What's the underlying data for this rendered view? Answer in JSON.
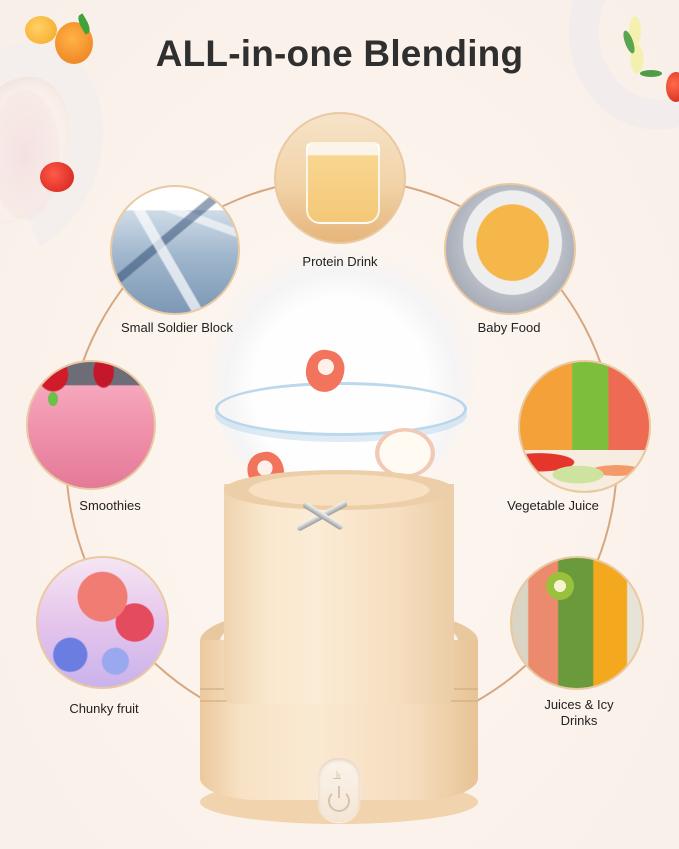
{
  "title": "ALL-in-one Blending",
  "colors": {
    "background": "#fbf6f1",
    "title_text": "#2f2f2f",
    "ring": "#d7a77f",
    "blender_body": "#f6dec0"
  },
  "items": [
    {
      "label": "Protein Drink",
      "image": "glass-of-soy-protein-drink"
    },
    {
      "label": "Small Soldier Block",
      "image": "crushed-ice"
    },
    {
      "label": "Baby Food",
      "image": "bowl-of-puree"
    },
    {
      "label": "Smoothies",
      "image": "pink-berry-smoothie"
    },
    {
      "label": "Vegetable Juice",
      "image": "vegetable-juices"
    },
    {
      "label": "Chunky fruit",
      "image": "frozen-fruit-chunks"
    },
    {
      "label": "Juices & Icy",
      "label_line2": "Drinks",
      "image": "kiwi-and-orange-juices"
    }
  ],
  "product": {
    "name": "portable-blender",
    "controls": [
      {
        "icon": "mode-icon"
      },
      {
        "icon": "power-icon"
      }
    ]
  }
}
